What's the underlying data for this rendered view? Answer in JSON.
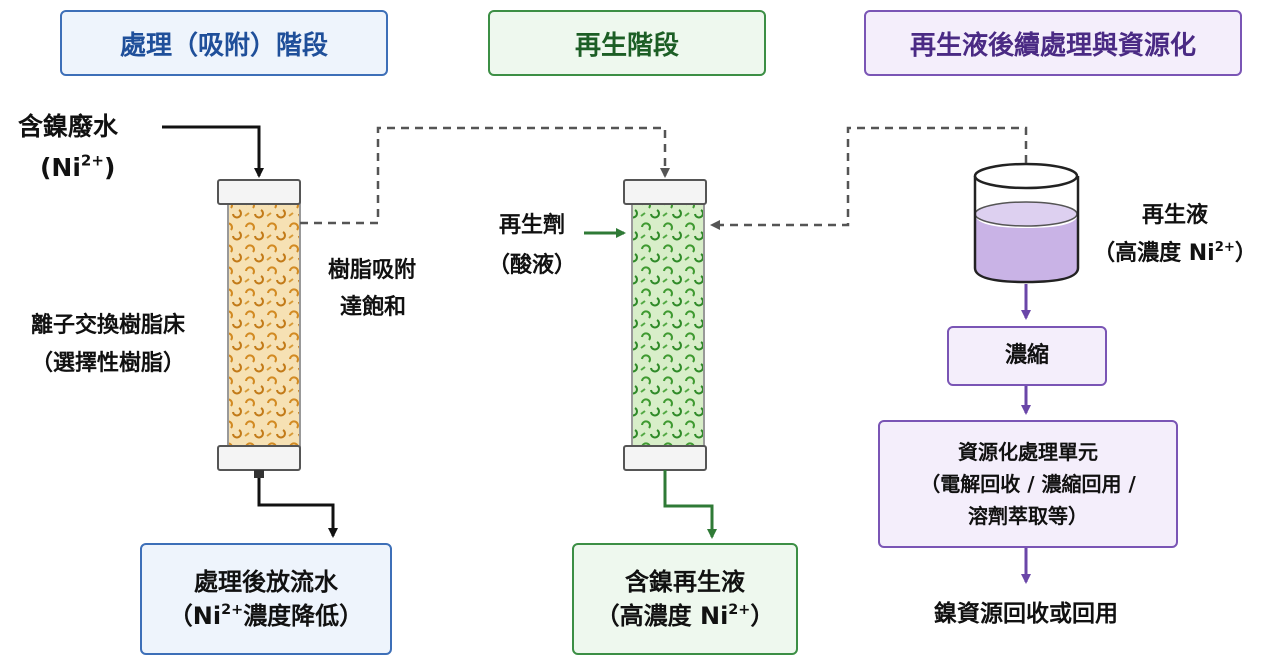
{
  "stages": {
    "treatment": "處理（吸附）階段",
    "regeneration": "再生階段",
    "post_treatment": "再生液後續處理與資源化"
  },
  "inputs": {
    "wastewater_label": "含鎳廢水",
    "wastewater_ion_prefix": "(Ni",
    "wastewater_ion_charge": "2+",
    "wastewater_ion_suffix": ")"
  },
  "resin_bed": {
    "line1": "離子交換樹脂床",
    "line2": "（選擇性樹脂）"
  },
  "saturation": {
    "line1": "樹脂吸附",
    "line2": "達飽和"
  },
  "regenerant": {
    "line1": "再生劑",
    "line2": "（酸液）"
  },
  "regenerant_liquid": {
    "line1": "再生液",
    "line2_prefix": "（高濃度 Ni",
    "line2_charge": "2+",
    "line2_suffix": "）"
  },
  "outputs": {
    "treated_line1": "處理後放流水",
    "treated_line2_prefix": "（Ni",
    "treated_line2_charge": "2+",
    "treated_line2_suffix": "濃度降低）",
    "regen_out_line1": "含鎳再生液",
    "regen_out_line2_prefix": "（高濃度 Ni",
    "regen_out_line2_charge": "2+",
    "regen_out_line2_suffix": "）"
  },
  "post": {
    "concentrate": "濃縮",
    "resource_line1": "資源化處理單元",
    "resource_line2": "（電解回收 / 濃縮回用 /",
    "resource_line3": "溶劑萃取等）",
    "final": "鎳資源回收或回用"
  },
  "colors": {
    "blue": "#3d6fb8",
    "green": "#3c8f45",
    "purple": "#7a55b5",
    "resin_orange": "#e2a53d",
    "resin_green": "#6fb24f",
    "liquid_purple": "#c9b3e6"
  }
}
